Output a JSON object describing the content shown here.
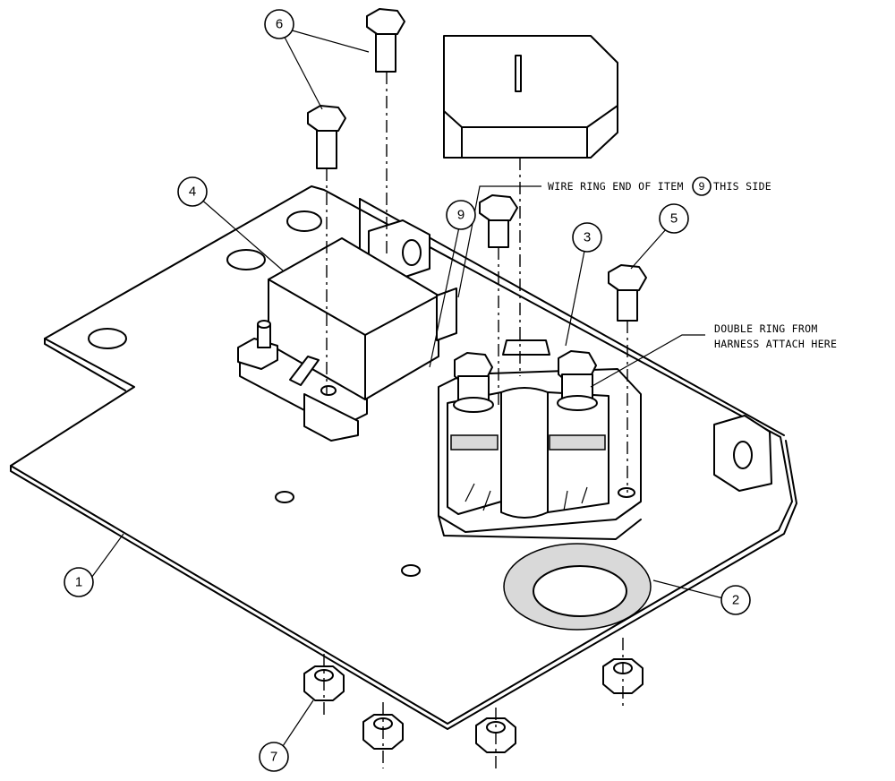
{
  "callouts": [
    {
      "id": "1",
      "label": "1"
    },
    {
      "id": "2",
      "label": "2"
    },
    {
      "id": "3",
      "label": "3"
    },
    {
      "id": "4",
      "label": "4"
    },
    {
      "id": "5",
      "label": "5"
    },
    {
      "id": "6",
      "label": "6"
    },
    {
      "id": "7",
      "label": "7"
    },
    {
      "id": "9",
      "label": "9"
    }
  ],
  "notes": {
    "wire_ring_prefix": "WIRE RING END OF ITEM",
    "wire_ring_item": "9",
    "wire_ring_suffix": "THIS SIDE",
    "double_ring_line1": "DOUBLE RING FROM",
    "double_ring_line2": "HARNESS ATTACH HERE"
  }
}
